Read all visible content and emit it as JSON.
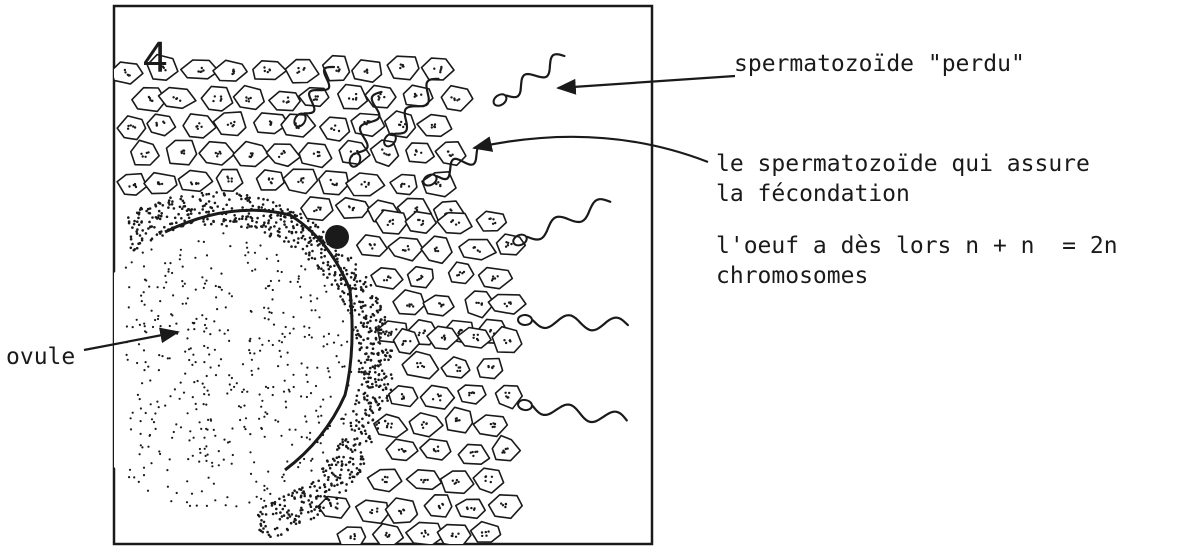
{
  "figure": {
    "panel_number": "4",
    "labels": {
      "lost_sperm": "spermatozoïde \"perdu\"",
      "fertilizing_sperm_line1": "le spermatozoïde qui assure",
      "fertilizing_sperm_line2": "la fécondation",
      "egg_line1": "l'oeuf a dès lors n + n  = 2n",
      "egg_line2": "chromosomes",
      "ovum": "ovule"
    }
  },
  "colors": {
    "ink": "#1a1a1a",
    "paper": "#ffffff"
  }
}
